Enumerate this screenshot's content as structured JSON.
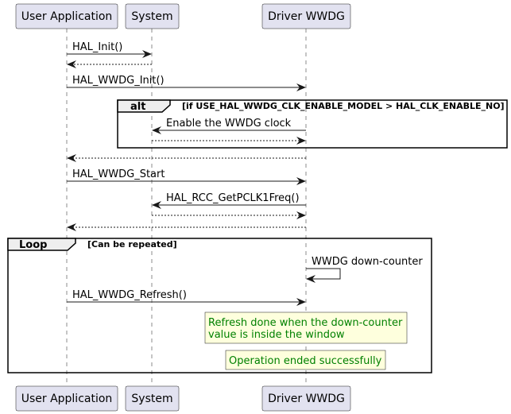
{
  "participants": {
    "user_app": "User Application",
    "system": "System",
    "driver": "Driver WWDG"
  },
  "messages": {
    "m1": "HAL_Init()",
    "m3": "HAL_WWDG_Init()",
    "m4": "Enable the WWDG clock",
    "m7": "HAL_WWDG_Start",
    "m8": "HAL_RCC_GetPCLK1Freq()",
    "m11": "WWDG down-counter",
    "m12": "HAL_WWDG_Refresh()"
  },
  "fragments": {
    "alt": {
      "keyword": "alt",
      "condition": "[if USE_HAL_WWDG_CLK_ENABLE_MODEL > HAL_CLK_ENABLE_NO]"
    },
    "loop": {
      "keyword": "Loop",
      "condition": "[Can be repeated]"
    }
  },
  "notes": {
    "refresh_line1": "Refresh done when the down-counter",
    "refresh_line2": "value is inside the window",
    "ended": "Operation ended successfully"
  },
  "colors": {
    "participant_fill": "#E2E2F0",
    "participant_border": "#181818",
    "note_fill": "#FEFFDD",
    "note_text": "#008000"
  }
}
